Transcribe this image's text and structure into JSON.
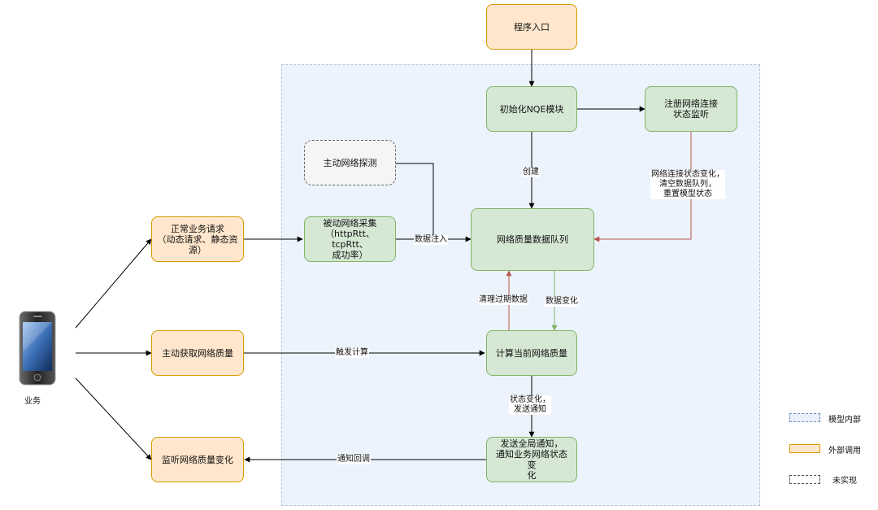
{
  "nodes": {
    "entry": "程序入口",
    "init_nqe": "初始化NQE模块",
    "register_listener": "注册网络连接\n状态监听",
    "active_probe": "主动网络探测",
    "passive_collect": "被动网络采集\n（httpRtt、tcpRtt、\n成功率）",
    "quality_queue": "网络质量数据队列",
    "compute_quality": "计算当前网络质量",
    "global_notify": "发送全局通知，\n通知业务网络状态变\n化",
    "normal_request": "正常业务请求\n（动态请求、静态资\n源）",
    "active_fetch": "主动获取网络质量",
    "listen_change": "监听网络质量变化"
  },
  "edge_labels": {
    "create": "创建",
    "state_change_reset": "网络连接状态变化，\n清空数据队列，\n重置模型状态",
    "data_inject": "数据注入",
    "clean_expired": "清理过期数据",
    "data_change": "数据变化",
    "trigger_compute": "触发计算",
    "state_change_notify": "状态变化，\n发送通知",
    "notify_callback": "通知回调"
  },
  "actor": {
    "label": "业务",
    "icon": "smartphone-icon"
  },
  "legend": [
    {
      "label": "模型内部",
      "style": "region"
    },
    {
      "label": "外部调用",
      "style": "orange"
    },
    {
      "label": "未实现",
      "style": "dashed"
    }
  ],
  "colors": {
    "green_fill": "#d5e8d4",
    "green_stroke": "#82b366",
    "orange_fill": "#ffe6cc",
    "orange_stroke": "#d79b00",
    "region_fill": "#dae8fc",
    "red_arrow": "#b85450",
    "green_arrow": "#82b366"
  }
}
